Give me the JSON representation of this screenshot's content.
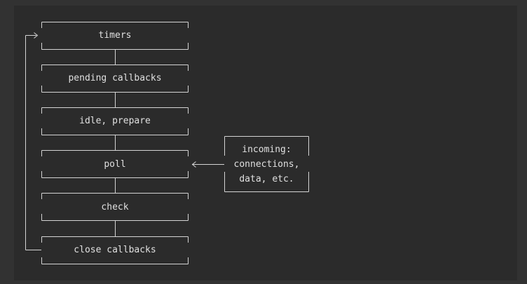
{
  "diagram": {
    "stages": [
      {
        "id": "timers",
        "label": "timers"
      },
      {
        "id": "pending-callbacks",
        "label": "pending callbacks"
      },
      {
        "id": "idle-prepare",
        "label": "idle, prepare"
      },
      {
        "id": "poll",
        "label": "poll"
      },
      {
        "id": "check",
        "label": "check"
      },
      {
        "id": "close-callbacks",
        "label": "close callbacks"
      }
    ],
    "side": {
      "line1": "incoming:",
      "line2": "connections,",
      "line3": "data, etc."
    }
  },
  "colors": {
    "background": "#2b2b2b",
    "outer": "#323232",
    "line": "#d4d4d4",
    "text": "#e0e0e0"
  }
}
